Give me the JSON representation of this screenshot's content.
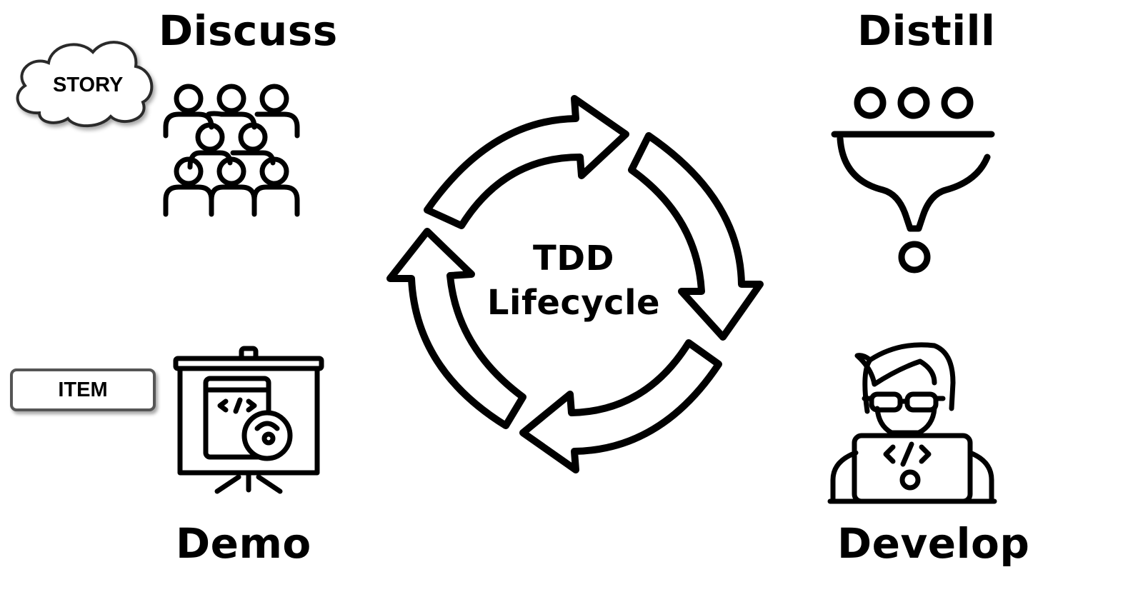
{
  "center": {
    "line1": "TDD",
    "line2": "Lifecycle"
  },
  "stages": {
    "discuss": "Discuss",
    "distill": "Distill",
    "demo": "Demo",
    "develop": "Develop"
  },
  "tags": {
    "story": "STORY",
    "item": "ITEM"
  },
  "icons": {
    "discuss": "people-group-icon",
    "distill": "funnel-icon",
    "demo": "presentation-board-icon",
    "develop": "developer-icon",
    "cycle": "cycle-arrows-icon"
  }
}
